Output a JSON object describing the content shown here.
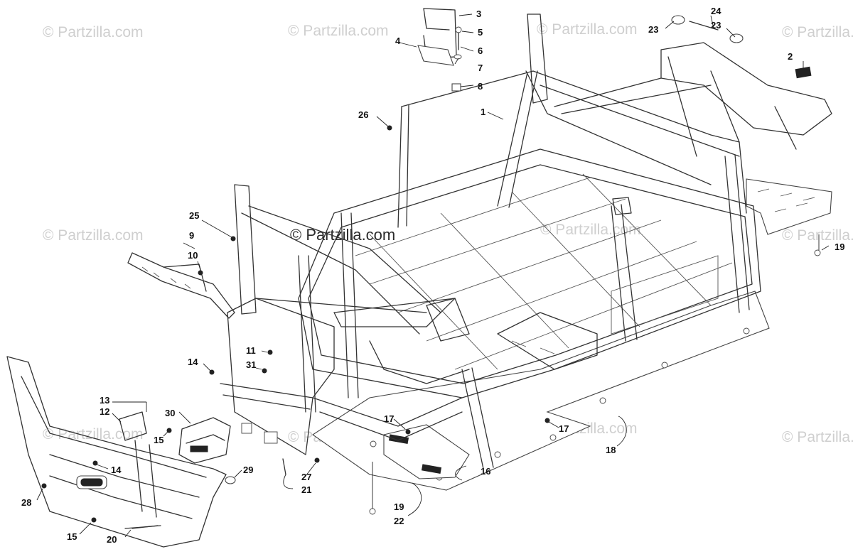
{
  "watermarks": {
    "corner": "© Partzilla.com",
    "center": "© Partzilla.com"
  },
  "callouts": [
    {
      "id": "c1",
      "text": "1"
    },
    {
      "id": "c2",
      "text": "2"
    },
    {
      "id": "c3",
      "text": "3"
    },
    {
      "id": "c4",
      "text": "4"
    },
    {
      "id": "c5",
      "text": "5"
    },
    {
      "id": "c6",
      "text": "6"
    },
    {
      "id": "c7",
      "text": "7"
    },
    {
      "id": "c8",
      "text": "8"
    },
    {
      "id": "c9",
      "text": "9"
    },
    {
      "id": "c10",
      "text": "10"
    },
    {
      "id": "c11",
      "text": "11"
    },
    {
      "id": "c12",
      "text": "12"
    },
    {
      "id": "c13",
      "text": "13"
    },
    {
      "id": "c14a",
      "text": "14"
    },
    {
      "id": "c14b",
      "text": "14"
    },
    {
      "id": "c15a",
      "text": "15"
    },
    {
      "id": "c15b",
      "text": "15"
    },
    {
      "id": "c16",
      "text": "16"
    },
    {
      "id": "c17a",
      "text": "17"
    },
    {
      "id": "c17b",
      "text": "17"
    },
    {
      "id": "c18",
      "text": "18"
    },
    {
      "id": "c19a",
      "text": "19"
    },
    {
      "id": "c19b",
      "text": "19"
    },
    {
      "id": "c20",
      "text": "20"
    },
    {
      "id": "c21",
      "text": "21"
    },
    {
      "id": "c22",
      "text": "22"
    },
    {
      "id": "c23a",
      "text": "23"
    },
    {
      "id": "c23b",
      "text": "23"
    },
    {
      "id": "c24",
      "text": "24"
    },
    {
      "id": "c25",
      "text": "25"
    },
    {
      "id": "c26",
      "text": "26"
    },
    {
      "id": "c27",
      "text": "27"
    },
    {
      "id": "c28",
      "text": "28"
    },
    {
      "id": "c29",
      "text": "29"
    },
    {
      "id": "c30",
      "text": "30"
    },
    {
      "id": "c31",
      "text": "31"
    }
  ],
  "colors": {
    "line": "#333333",
    "watermark": "#cfcfcf",
    "background": "#ffffff"
  }
}
